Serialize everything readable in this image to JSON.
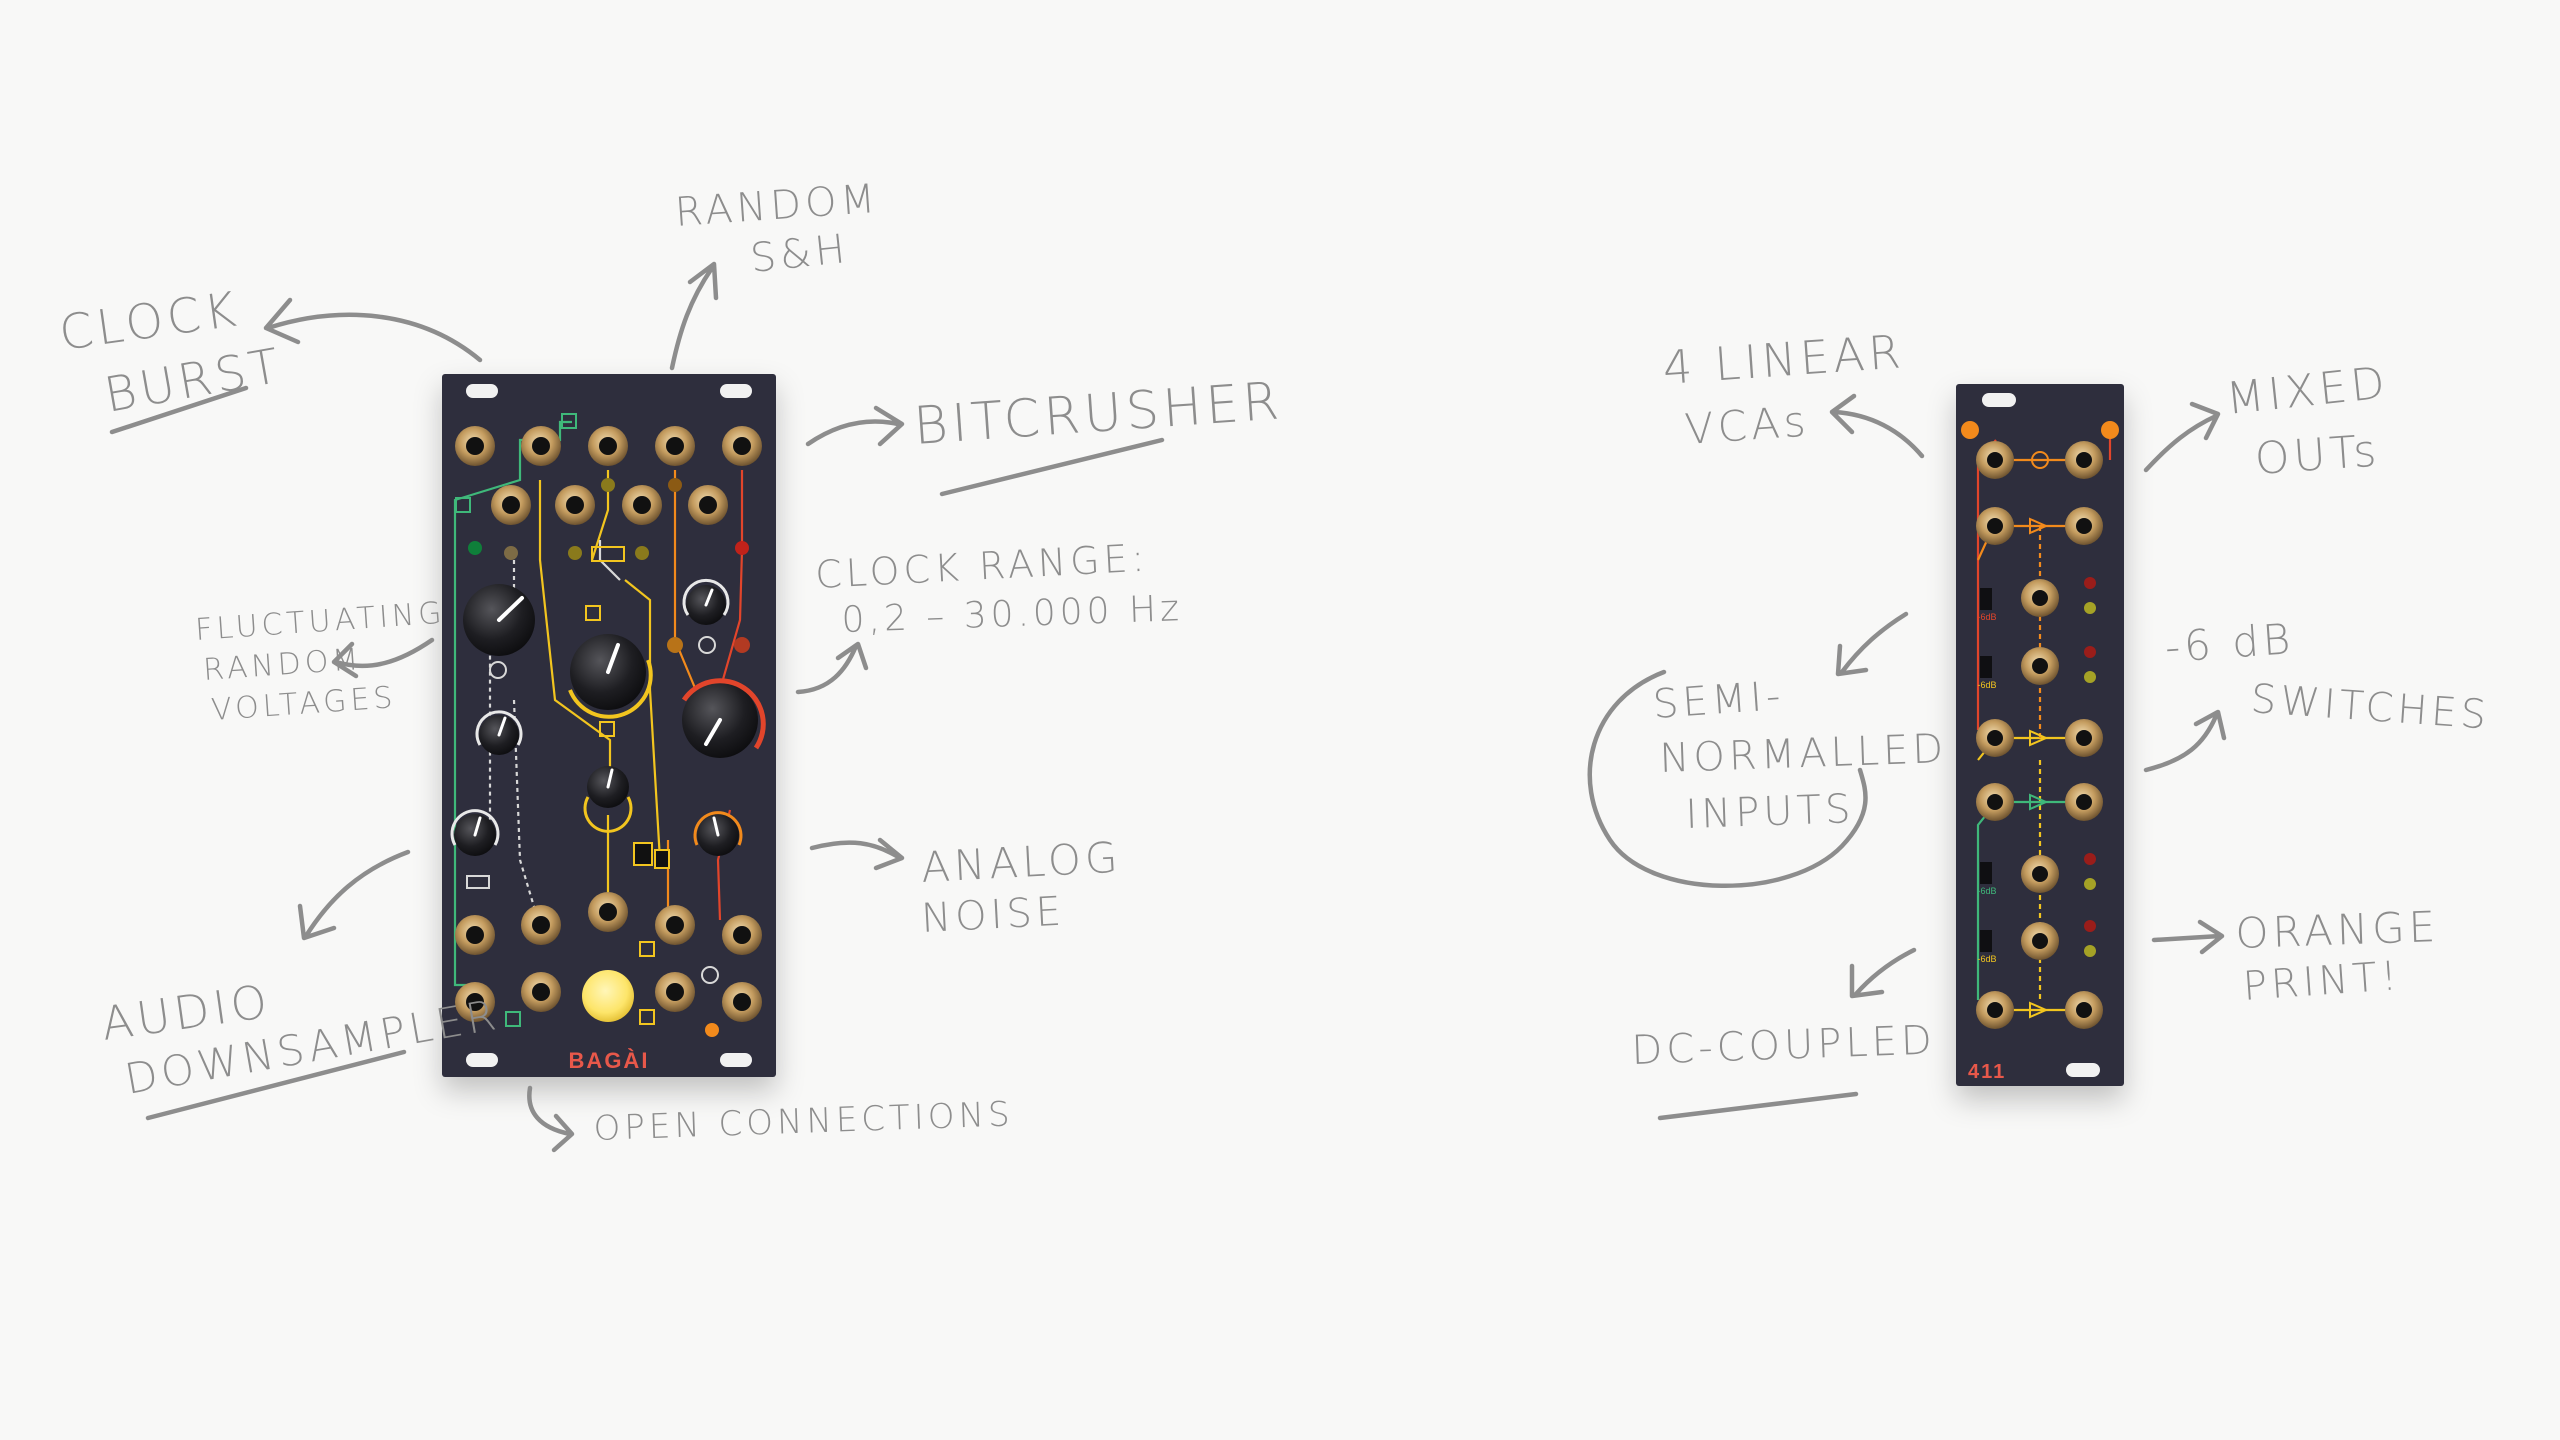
{
  "modules": {
    "bagai": {
      "name": "BAGÀI"
    },
    "m411": {
      "name": "411"
    }
  },
  "annotations": {
    "clock_burst": [
      "CLOCK",
      "BURST"
    ],
    "random_sh": [
      "RANDOM",
      "S&H"
    ],
    "bitcrusher": [
      "BITCRUSHER"
    ],
    "clock_range": [
      "CLOCK RANGE:",
      "0,2 – 30.000 Hz"
    ],
    "fluctuating": [
      "FLUCTUATING",
      "RANDOM",
      "VOLTAGES"
    ],
    "analog_noise": [
      "ANALOG",
      "NOISE"
    ],
    "audio_downsampler": [
      "AUDIO",
      "DOWNSAMPLER"
    ],
    "open_connections": [
      "OPEN CONNECTIONS"
    ],
    "linear_vcas": [
      "4 LINEAR",
      "VCAs"
    ],
    "mixed_outs": [
      "MIXED",
      "OUTs"
    ],
    "semi_normalled": [
      "SEMI-",
      "NORMALLED",
      "INPUTS"
    ],
    "db_switches": [
      "-6 dB",
      "SWITCHES"
    ],
    "dc_coupled": [
      "DC-COUPLED"
    ],
    "orange_print": [
      "ORANGE",
      "PRINT!"
    ]
  },
  "switch_label": "-6dB",
  "colors": {
    "background": "#f8f8f7",
    "annotation": "#8d8d8d",
    "panel": "#2d2d3d",
    "brass": "#c7a874",
    "green": "#3fb87a",
    "yellow": "#f2c51f",
    "orange": "#f28a1c",
    "red": "#e2452b",
    "button_yellow": "#fde56a"
  }
}
